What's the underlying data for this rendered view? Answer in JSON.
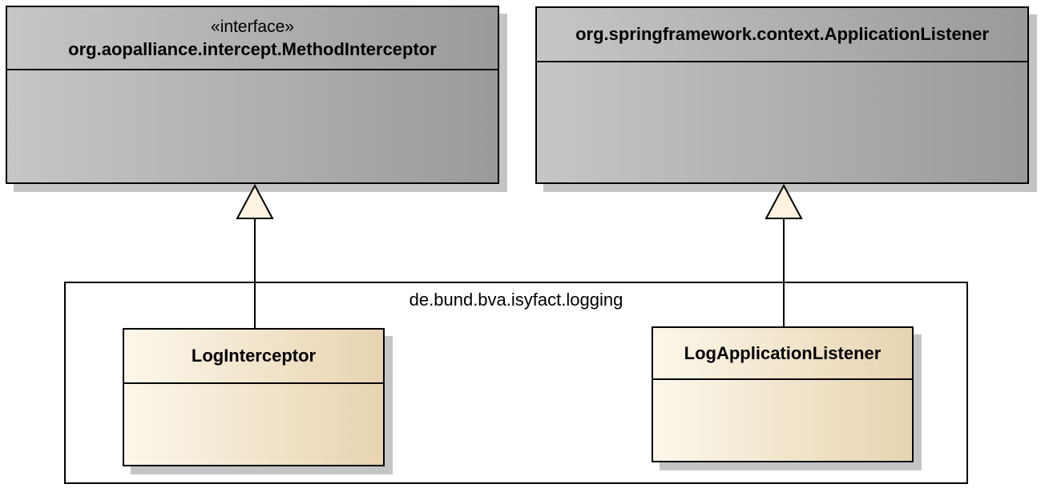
{
  "colors": {
    "background": "#ffffff",
    "node_border": "#000000",
    "text": "#000000",
    "gray_light": "#c6c6c6",
    "gray_dark": "#9a9a9a",
    "cream_light": "#fcf7ea",
    "cream_dark": "#e8d4b0",
    "triangle_fill": "#fcf3e1",
    "shadow": "#c4c4c4"
  },
  "nodes": {
    "method_interceptor": {
      "stereotype": "«interface»",
      "name": "org.aopalliance.intercept.MethodInterceptor"
    },
    "application_listener": {
      "name": "org.springframework.context.ApplicationListener"
    },
    "log_interceptor": {
      "name": "LogInterceptor"
    },
    "log_application_listener": {
      "name": "LogApplicationListener"
    }
  },
  "package": {
    "name": "de.bund.bva.isyfact.logging"
  },
  "relations": [
    {
      "type": "generalization",
      "from": "LogInterceptor",
      "to": "org.aopalliance.intercept.MethodInterceptor"
    },
    {
      "type": "generalization",
      "from": "LogApplicationListener",
      "to": "org.springframework.context.ApplicationListener"
    }
  ]
}
